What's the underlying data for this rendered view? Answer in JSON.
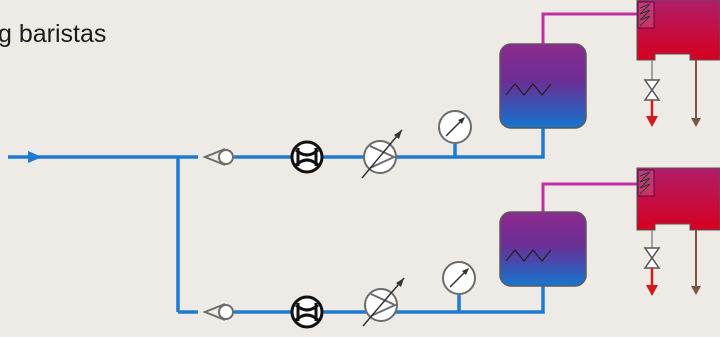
{
  "title_fragment": "g baristas",
  "colors": {
    "background": "#eeebe6",
    "water_pipe": "#1f7bd0",
    "steam_pipe": "#c32fa0",
    "boiler_top": "#8a2a8e",
    "boiler_bottom": "#1a74cc",
    "group_head": "#c8002a",
    "outlet_arrow": "#d11a1a",
    "drain_arrow": "#7a5648"
  },
  "components": {
    "inlet": "inlet-arrow",
    "check_valve": "check-valve-icon",
    "flow_meter": "flow-meter-icon",
    "pump": "variable-pump-icon",
    "gauge": "pressure-gauge-icon",
    "boiler": "boiler-with-heater",
    "group_head": "espresso-group-head",
    "valve": "gate-valve-icon"
  }
}
